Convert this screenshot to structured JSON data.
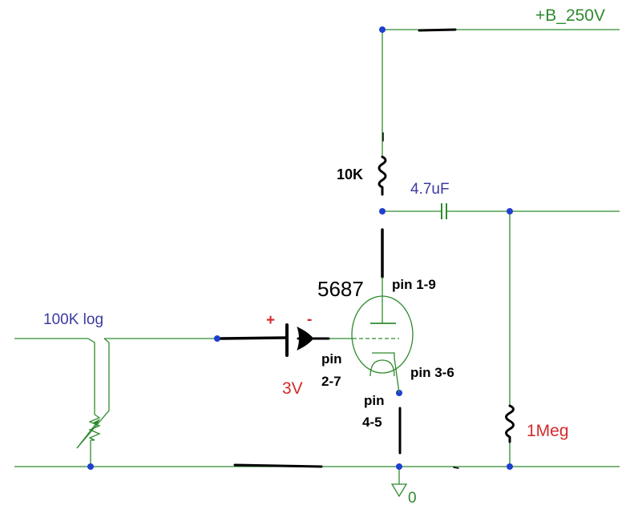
{
  "colors": {
    "wire": "#2e8b2e",
    "ink": "#000000",
    "node": "#1f3fd0",
    "label_blue": "#3a3aa0",
    "label_red": "#d42a2a"
  },
  "labels": {
    "supply": "+B_250V",
    "plate_resistor": "10K",
    "coupling_cap": "4.7uF",
    "tube": "5687",
    "pin_plate": "pin 1-9",
    "pot": "100K log",
    "battery_plus": "+",
    "battery_minus": "-",
    "pin_grid_line1": "pin",
    "pin_grid_line2": "2-7",
    "battery_voltage": "3V",
    "pin_cathode": "pin 3-6",
    "pin_heater_line1": "pin",
    "pin_heater_line2": "4-5",
    "grid_leak": "1Meg",
    "ground": "0"
  }
}
